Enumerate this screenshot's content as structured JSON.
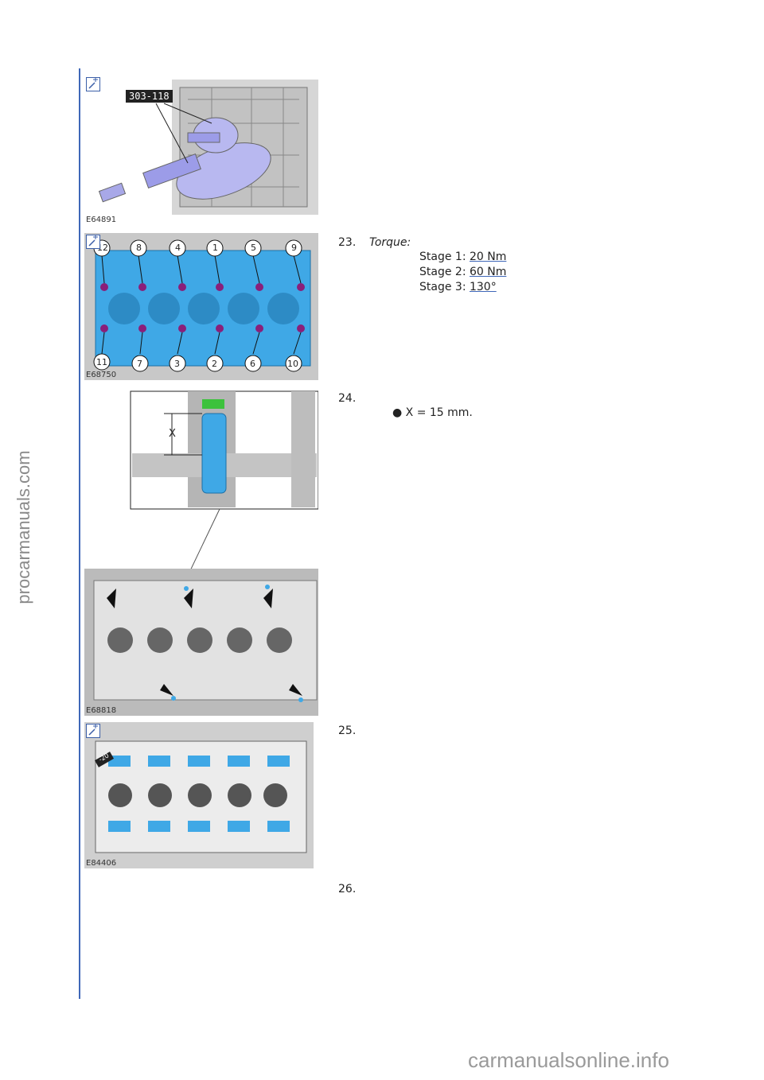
{
  "watermarks": {
    "side": "procarmanuals.com",
    "bottom": "carmanualsonline.info"
  },
  "figures": {
    "fig1": {
      "id": "E64891",
      "tool_label": "303-118"
    },
    "fig2": {
      "id": "E68750",
      "callouts_top": [
        "12",
        "8",
        "4",
        "1",
        "5",
        "9"
      ],
      "callouts_bottom": [
        "11",
        "7",
        "3",
        "2",
        "6",
        "10"
      ]
    },
    "fig3": {
      "id": "E68818",
      "dimension_label": "X"
    },
    "fig4": {
      "id": "E84406",
      "tool_label": "-20"
    }
  },
  "steps": {
    "s23": {
      "number": "23.",
      "torque_label": "Torque:",
      "stages": [
        {
          "label": "Stage 1:",
          "value": "20 Nm"
        },
        {
          "label": "Stage 2:",
          "value": "60 Nm"
        },
        {
          "label": "Stage 3:",
          "value": "130°"
        }
      ]
    },
    "s24": {
      "number": "24.",
      "bullet": "X = 15 mm."
    },
    "s25": {
      "number": "25."
    },
    "s26": {
      "number": "26."
    }
  },
  "colors": {
    "accent": "#3f67b8",
    "highlight_blue": "#3fa8e6",
    "bolt_purple": "#8a1f7a"
  }
}
